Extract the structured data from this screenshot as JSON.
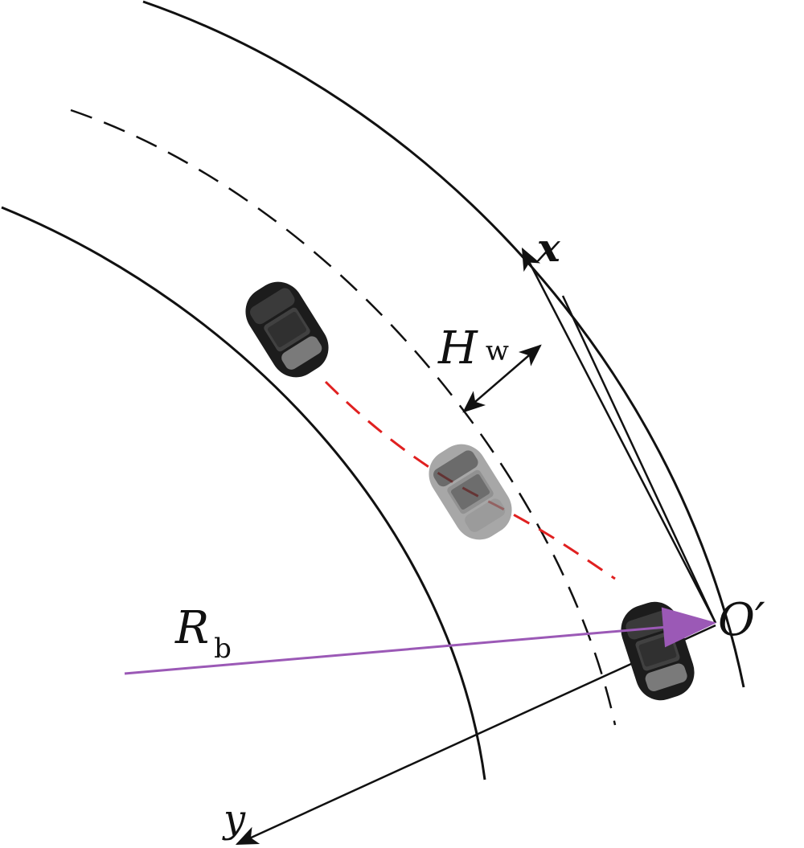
{
  "labels": {
    "lane_width_symbol": "H",
    "lane_width_subscript": "w",
    "radius_symbol": "R",
    "radius_subscript": "b",
    "origin": "O′",
    "axis_x": "x",
    "axis_y": "y"
  },
  "colors": {
    "road_edge": "#111111",
    "lane_divider": "#111111",
    "trajectory": "#e02020",
    "radius_vector": "#9b59b6",
    "car_body": "#1c1c1c",
    "car_ghost": "#8a8a8a"
  },
  "icons": {
    "car_front": "car-icon",
    "car_ghost": "car-icon",
    "car_rear": "car-icon"
  }
}
